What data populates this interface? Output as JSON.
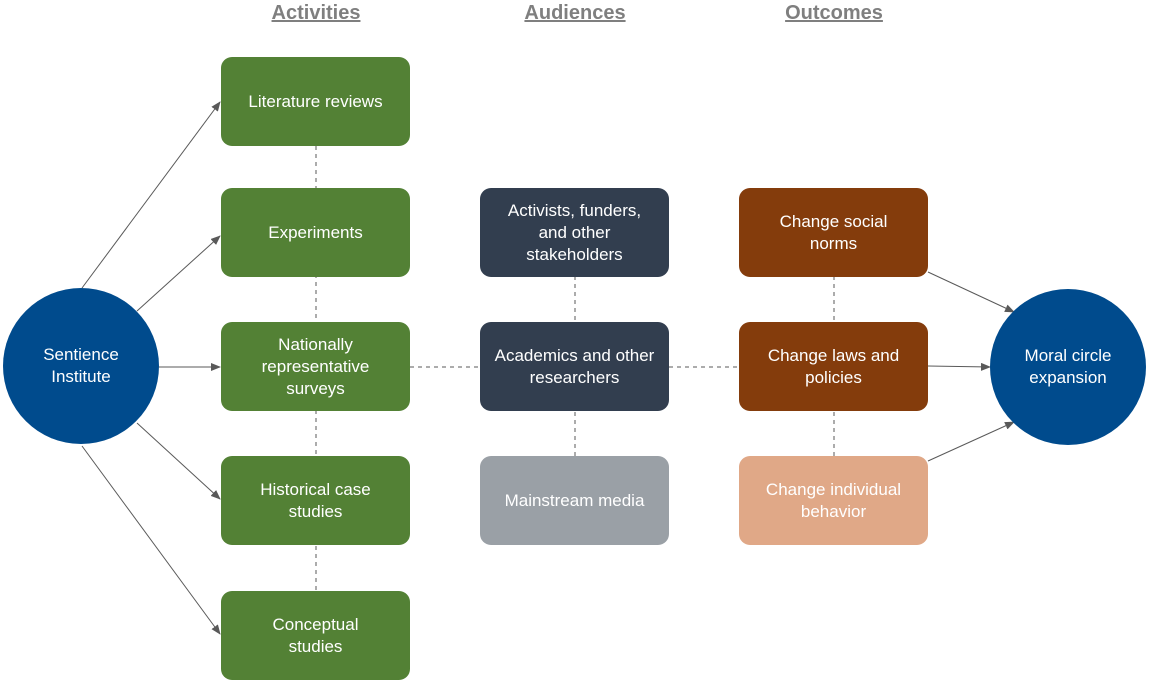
{
  "headings": {
    "activities": "Activities",
    "audiences": "Audiences",
    "outcomes": "Outcomes"
  },
  "source_node": "Sentience Institute",
  "activities": [
    "Literature reviews",
    "Experiments",
    "Nationally representative surveys",
    "Historical case studies",
    "Conceptual studies"
  ],
  "audiences": [
    "Activists, funders, and other stakeholders",
    "Academics and other researchers",
    "Mainstream media"
  ],
  "outcomes": [
    "Change social norms",
    "Change laws and policies",
    "Change individual behavior"
  ],
  "target_node": "Moral circle expansion",
  "colors": {
    "activity": "#538135",
    "audience_dark": "#323e4f",
    "audience_light": "#9aa0a6",
    "outcome_dark": "#843c0c",
    "outcome_light": "#e0a887",
    "circle": "#004b8d",
    "heading": "#7f7f7f"
  }
}
